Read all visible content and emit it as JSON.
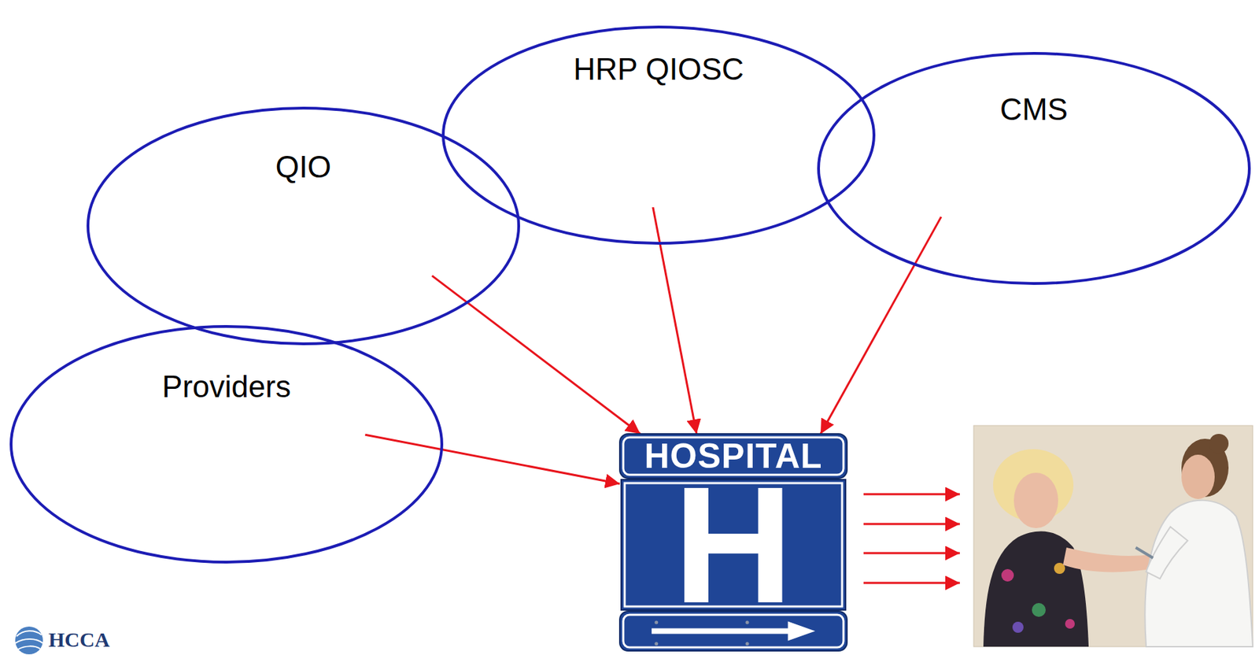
{
  "diagram": {
    "nodes": [
      {
        "text": [
          "QIO"
        ]
      },
      {
        "text": [
          "HRP QIOSC"
        ]
      },
      {
        "text": [
          "CMS"
        ]
      },
      {
        "text": [
          "Providers"
        ]
      },
      {
        "text": [
          "HOSPITAL",
          "H"
        ]
      }
    ],
    "edges": [
      {
        "from": 0,
        "to": 4,
        "arrow": "to"
      },
      {
        "from": 1,
        "to": 4,
        "arrow": "to"
      },
      {
        "from": 2,
        "to": 4,
        "arrow": "to"
      },
      {
        "from": 3,
        "to": 4,
        "arrow": "to"
      }
    ],
    "labels": [
      "HCCA"
    ]
  }
}
